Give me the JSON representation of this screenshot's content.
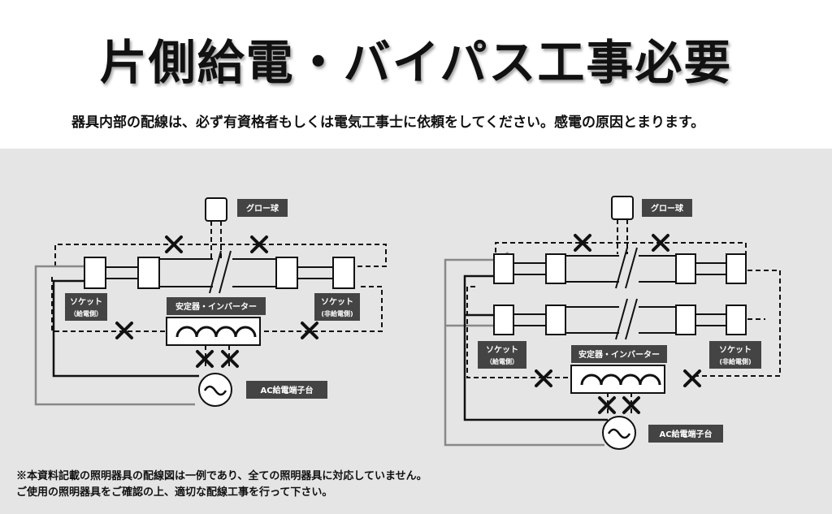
{
  "header": {
    "title": "片側給電・バイパス工事必要",
    "subtitle": "器具内部の配線は、必ず有資格者もしくは電気工事士に依頼をしてください。感電の原因とまります。"
  },
  "diagram_left": {
    "glow": "グロー球",
    "ballast": "安定器・インバーター",
    "socket_l1": "ソケット",
    "socket_l2": "（給電側）",
    "socket_r1": "ソケット",
    "socket_r2": "(非給電側)",
    "ac": "AC給電端子台"
  },
  "diagram_right": {
    "glow": "グロー球",
    "ballast": "安定器・インバーター",
    "socket_l1": "ソケット",
    "socket_l2": "（給電側）",
    "socket_r1": "ソケット",
    "socket_r2": "(非給電側)",
    "ac": "AC給電端子台"
  },
  "notes": {
    "line1": "※本資料記載の照明器具の配線図は一例であり、全ての照明器具に対応していません。",
    "line2": "ご使用の照明器具をご確認の上、適切な配線工事を行って下さい。"
  },
  "colors": {
    "panel": "#e5e5e5",
    "label_box": "#444444",
    "wire": "#111111",
    "gray_wire": "#888888"
  }
}
